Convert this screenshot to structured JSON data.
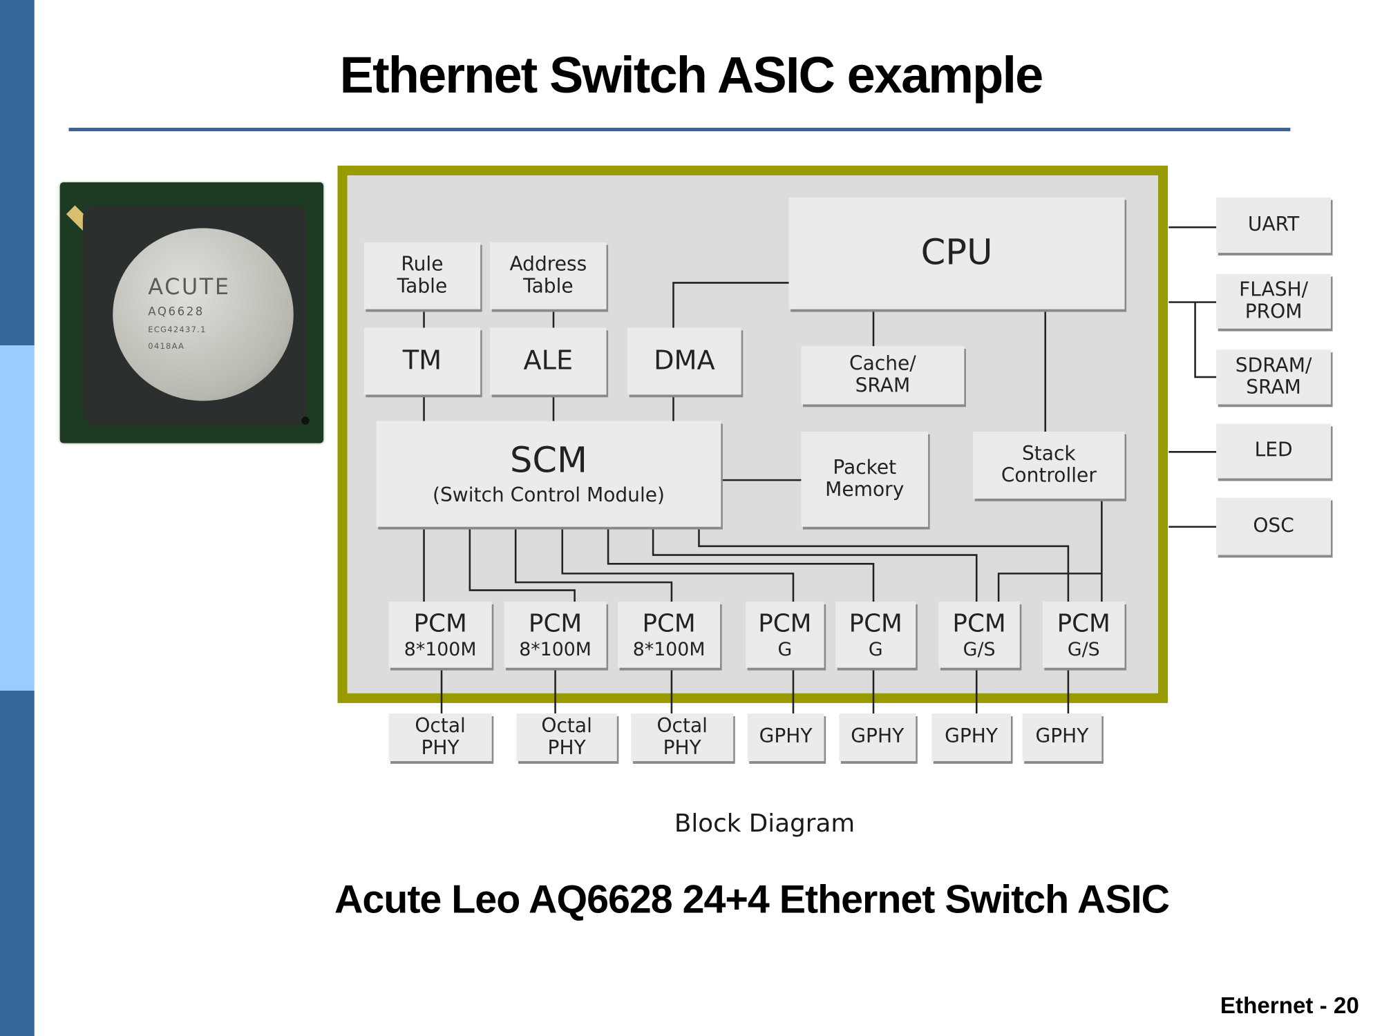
{
  "slide": {
    "title": "Ethernet Switch ASIC example",
    "subtitle": "Acute Leo AQ6628 24+4 Ethernet Switch ASIC",
    "footer": "Ethernet - 20",
    "colors": {
      "sidebar_dark": "#336699",
      "sidebar_light": "#99ccff",
      "title_rule": "#336699",
      "frame": "#999900",
      "frame_fill": "#dcdcdc",
      "box_fill": "#ebebeb"
    }
  },
  "chip_photo": {
    "brand": "ACUTE",
    "model": "AQ6628",
    "lot": "ECG42437.1",
    "date_code": "0418AA"
  },
  "diagram": {
    "caption": "Block Diagram",
    "blocks": {
      "rule_table": "Rule\nTable",
      "address_table": "Address\nTable",
      "tm": "TM",
      "ale": "ALE",
      "dma": "DMA",
      "cpu": "CPU",
      "cache_sram": "Cache/\nSRAM",
      "scm": "SCM",
      "scm_full": "(Switch Control Module)",
      "packet_memory": "Packet\nMemory",
      "stack_controller": "Stack\nController"
    },
    "pcm": [
      {
        "name": "PCM",
        "type": "8*100M"
      },
      {
        "name": "PCM",
        "type": "8*100M"
      },
      {
        "name": "PCM",
        "type": "8*100M"
      },
      {
        "name": "PCM",
        "type": "G"
      },
      {
        "name": "PCM",
        "type": "G"
      },
      {
        "name": "PCM",
        "type": "G/S"
      },
      {
        "name": "PCM",
        "type": "G/S"
      }
    ],
    "phy": [
      "Octal\nPHY",
      "Octal\nPHY",
      "Octal\nPHY",
      "GPHY",
      "GPHY",
      "GPHY",
      "GPHY"
    ],
    "external": [
      "UART",
      "FLASH/\nPROM",
      "SDRAM/\nSRAM",
      "LED",
      "OSC"
    ]
  }
}
